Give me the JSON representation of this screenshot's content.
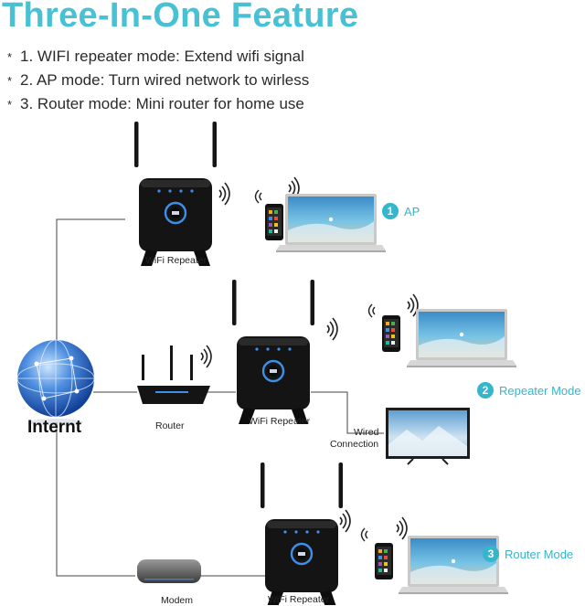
{
  "title": "Three-In-One Feature",
  "bullets": [
    {
      "marker": "*",
      "text": "1. WIFI repeater mode: Extend wifi signal"
    },
    {
      "marker": "*",
      "text": "2. AP mode: Turn wired network to wirless"
    },
    {
      "marker": "*",
      "text": "3. Router mode: Mini router for home use"
    }
  ],
  "devices": {
    "internet": "Internt",
    "repeater_top": "WiFi Repeater",
    "router": "Router",
    "repeater_mid": "WiFi Repeater",
    "wired_line1": "Wired",
    "wired_line2": "Connection",
    "modem": "Modem",
    "repeater_bottom": "WiFi Repeater"
  },
  "modes": [
    {
      "number": "1",
      "label": "AP"
    },
    {
      "number": "2",
      "label": "Repeater Mode"
    },
    {
      "number": "3",
      "label": "Router Mode"
    }
  ],
  "colors": {
    "accent": "#47c1d3",
    "device": "#111111",
    "led": "#3d8fe8",
    "line": "#444444"
  },
  "icons": [
    "globe-icon",
    "router-icon",
    "repeater-icon",
    "wifi-signal-icon",
    "phone-icon",
    "laptop-icon",
    "tv-icon",
    "modem-icon"
  ]
}
